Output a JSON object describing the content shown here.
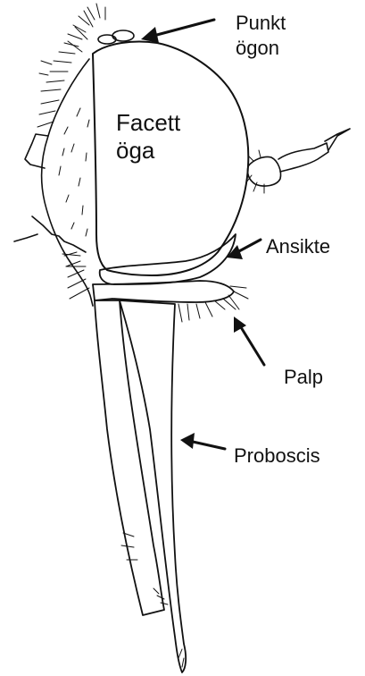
{
  "labels": {
    "ocelli": "Punkt\nögon",
    "compound_eye": "Facett\nöga",
    "face": "Ansikte",
    "palp": "Palp",
    "proboscis": "Proboscis"
  },
  "colors": {
    "ink": "#111111",
    "background": "#ffffff"
  }
}
